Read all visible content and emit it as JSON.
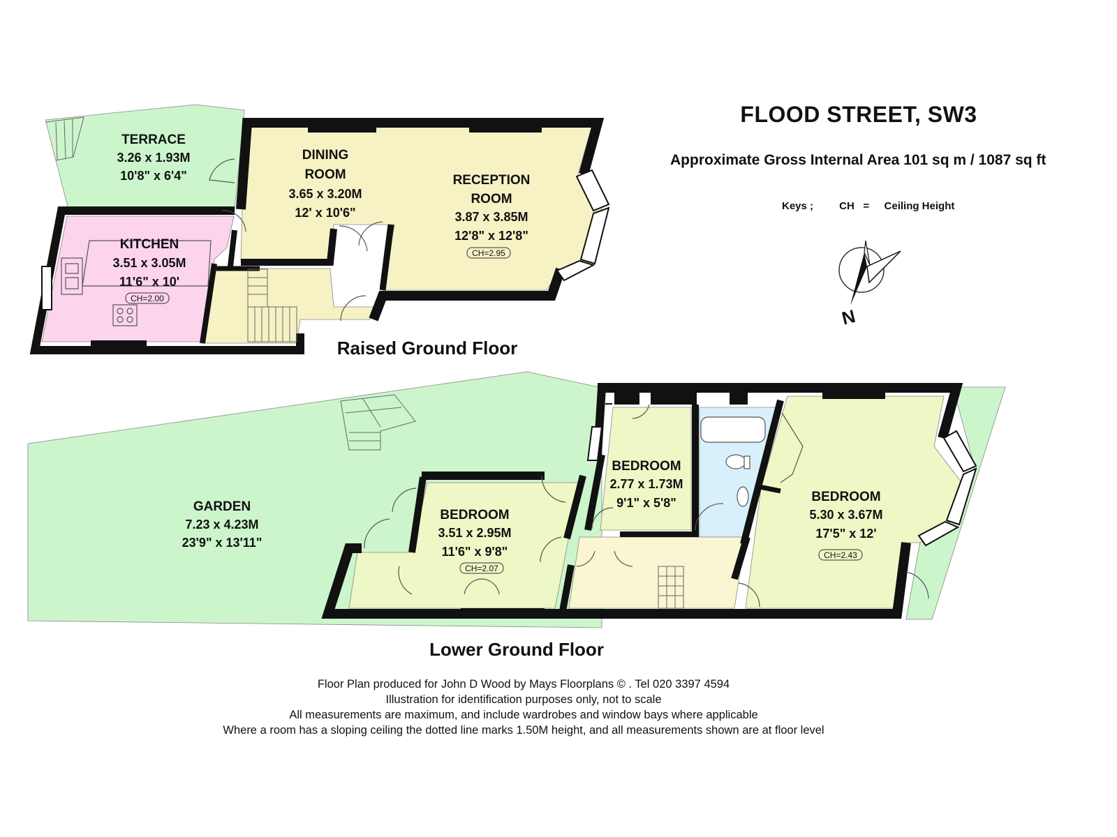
{
  "header": {
    "title": "FLOOD STREET, SW3",
    "area": "Approximate Gross Internal Area 101 sq m  /  1087 sq ft",
    "keys_label": "Keys ;",
    "keys_code": "CH",
    "keys_eq": "=",
    "keys_meaning": "Ceiling Height"
  },
  "compass": {
    "label": "N"
  },
  "floors": {
    "raised": {
      "label": "Raised Ground Floor"
    },
    "lower": {
      "label": "Lower Ground Floor"
    }
  },
  "rooms": {
    "terrace": {
      "name": "TERRACE",
      "metric": "3.26 x 1.93M",
      "imperial": "10'8\" x 6'4\""
    },
    "kitchen": {
      "name": "KITCHEN",
      "metric": "3.51 x 3.05M",
      "imperial": "11'6\" x 10'",
      "ch": "CH=2.00"
    },
    "dining": {
      "name1": "DINING",
      "name2": "ROOM",
      "metric": "3.65 x 3.20M",
      "imperial": "12' x 10'6\""
    },
    "reception": {
      "name1": "RECEPTION",
      "name2": "ROOM",
      "metric": "3.87 x 3.85M",
      "imperial": "12'8\" x 12'8\"",
      "ch": "CH=2.95"
    },
    "garden": {
      "name": "GARDEN",
      "metric": "7.23 x 4.23M",
      "imperial": "23'9\" x 13'11\""
    },
    "bedroom_small": {
      "name": "BEDROOM",
      "metric": "2.77 x 1.73M",
      "imperial": "9'1\" x 5'8\""
    },
    "bedroom_mid": {
      "name": "BEDROOM",
      "metric": "3.51 x 2.95M",
      "imperial": "11'6\" x 9'8\"",
      "ch": "CH=2.07"
    },
    "bedroom_large": {
      "name": "BEDROOM",
      "metric": "5.30 x 3.67M",
      "imperial": "17'5\" x 12'",
      "ch": "CH=2.43"
    }
  },
  "colors": {
    "wall": "#111111",
    "terrace_garden": "#ccf5cc",
    "living": "#f7f2c4",
    "kitchen": "#fcd4ec",
    "bedroom": "#eef7c6",
    "bathroom": "#d8f0fb",
    "hall": "#faf5d2"
  },
  "footer": {
    "line1": "Floor Plan produced for John D Wood by Mays Floorplans  © . Tel 020 3397 4594",
    "line2": "Illustration for identification purposes only, not to scale",
    "line3": "All measurements are maximum, and include wardrobes and window bays where applicable",
    "line4": "Where a room has a sloping ceiling the dotted line marks 1.50M height, and all measurements shown are at floor level"
  }
}
